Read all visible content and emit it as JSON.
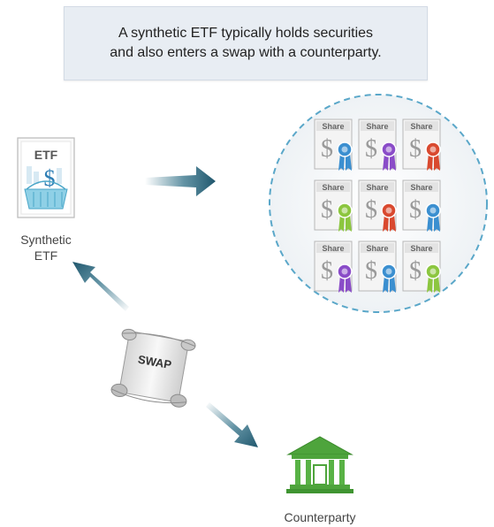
{
  "callout": {
    "line1": "A synthetic ETF typically holds securities",
    "line2": "and also enters a swap with a counterparty."
  },
  "etf": {
    "badge": "ETF",
    "symbol": "$",
    "label_line1": "Synthetic",
    "label_line2": "ETF",
    "icon": "etf-basket-icon"
  },
  "swap": {
    "label": "SWAP",
    "icon": "scroll-icon"
  },
  "counterparty": {
    "label": "Counterparty",
    "icon": "bank-building-icon"
  },
  "shares": {
    "card_label": "Share",
    "symbol": "$",
    "ribbon_colors": [
      "#3b8fd0",
      "#8a4cc8",
      "#d9492f",
      "#8cc63f",
      "#d9492f",
      "#3b8fd0",
      "#8a4cc8",
      "#3b8fd0",
      "#8cc63f"
    ]
  },
  "colors": {
    "arrow": "#2f6f86",
    "building": "#4ea43c",
    "circle_border": "#5aa7c9"
  }
}
